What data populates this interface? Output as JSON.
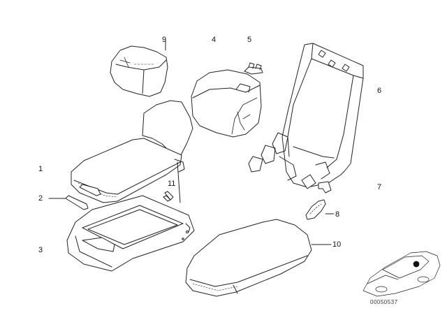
{
  "diagram": {
    "callouts": [
      {
        "id": "1",
        "label": "1"
      },
      {
        "id": "2",
        "label": "2"
      },
      {
        "id": "3",
        "label": "3"
      },
      {
        "id": "4",
        "label": "4"
      },
      {
        "id": "5",
        "label": "5"
      },
      {
        "id": "6",
        "label": "6"
      },
      {
        "id": "7",
        "label": "7"
      },
      {
        "id": "8",
        "label": "8"
      },
      {
        "id": "9",
        "label": "9"
      },
      {
        "id": "10",
        "label": "10"
      },
      {
        "id": "11",
        "label": "11"
      }
    ],
    "catalog_number": "00050537"
  }
}
